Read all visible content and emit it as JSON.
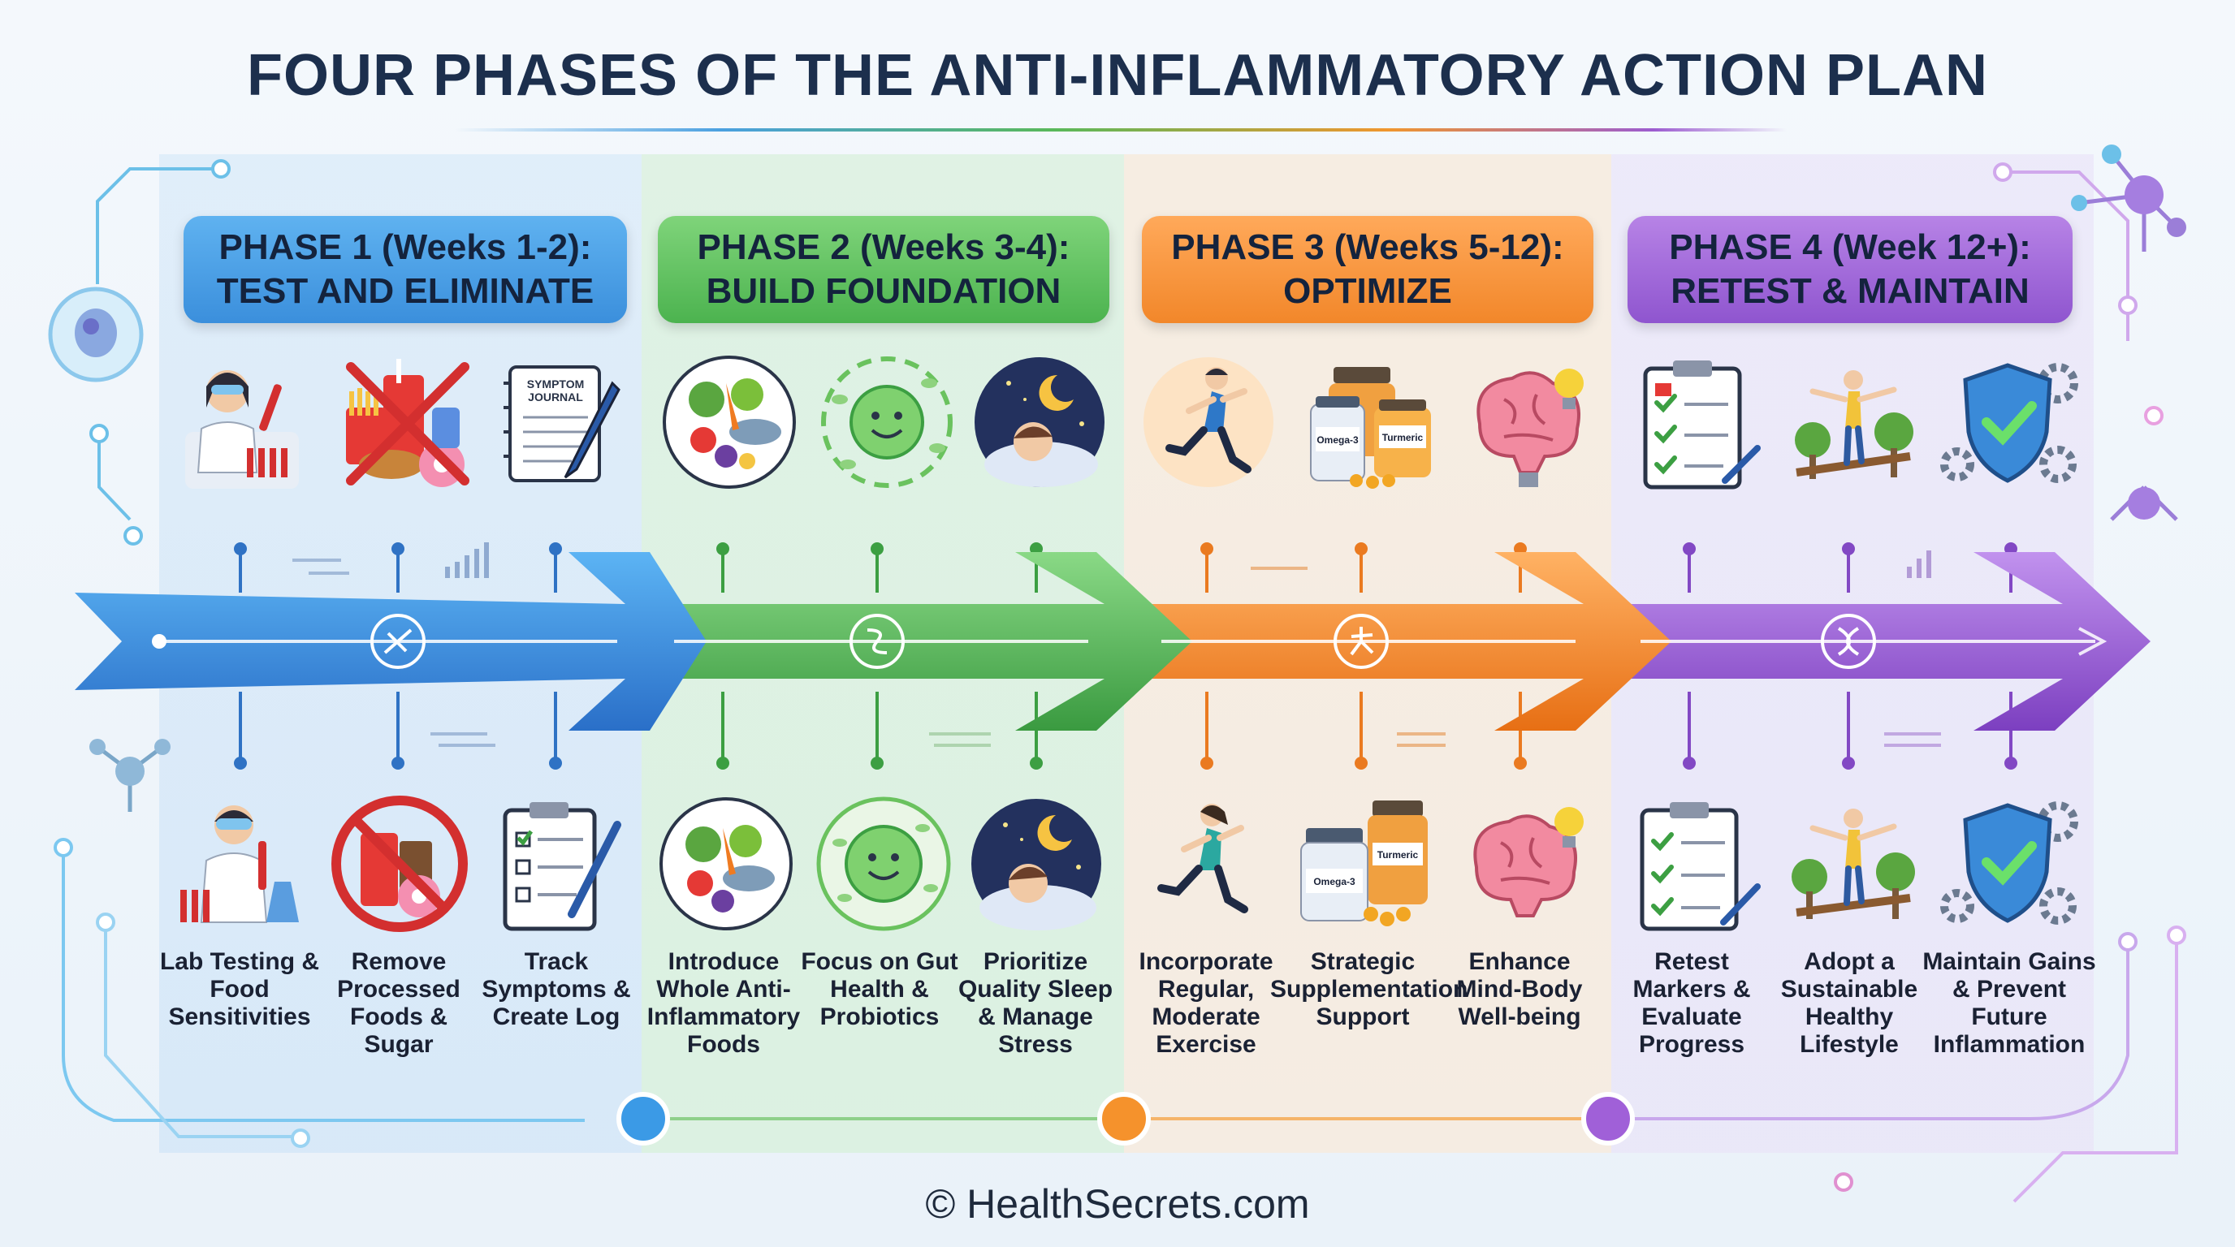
{
  "title": "FOUR PHASES OF THE ANTI-INFLAMMATORY ACTION PLAN",
  "footer": "© HealthSecrets.com",
  "colors": {
    "phase1": "#3b8fdc",
    "phase2": "#4cb34f",
    "phase3": "#f2872a",
    "phase4": "#8f55cf",
    "title": "#1c2f4d"
  },
  "phases": [
    {
      "title_line1": "PHASE 1 (Weeks 1-2):",
      "title_line2": "TEST AND ELIMINATE",
      "steps": [
        {
          "label": "Lab Testing & Food Sensitivities",
          "icon": "scientist-icon"
        },
        {
          "label": "Remove Processed Foods & Sugar",
          "icon": "no-junk-food-icon"
        },
        {
          "label": "Track Symptoms & Create Log",
          "icon": "symptom-journal-icon"
        }
      ]
    },
    {
      "title_line1": "PHASE 2 (Weeks 3-4):",
      "title_line2": "BUILD FOUNDATION",
      "steps": [
        {
          "label": "Introduce Whole Anti-Inflammatory Foods",
          "icon": "whole-foods-plate-icon"
        },
        {
          "label": "Focus on Gut Health & Probiotics",
          "icon": "gut-microbiome-icon"
        },
        {
          "label": "Prioritize Quality Sleep & Manage Stress",
          "icon": "sleep-icon"
        }
      ]
    },
    {
      "title_line1": "PHASE 3 (Weeks 5-12):",
      "title_line2": "OPTIMIZE",
      "steps": [
        {
          "label": "Incorporate Regular, Moderate Exercise",
          "icon": "runner-icon"
        },
        {
          "label": "Strategic Supplementation Support",
          "icon": "supplement-bottles-icon"
        },
        {
          "label": "Enhance Mind-Body Well-being",
          "icon": "brain-bulb-icon"
        }
      ]
    },
    {
      "title_line1": "PHASE 4 (Week 12+):",
      "title_line2": "RETEST & MAINTAIN",
      "steps": [
        {
          "label": "Retest Markers & Evaluate Progress",
          "icon": "checklist-icon"
        },
        {
          "label": "Adopt a Sustainable Healthy Lifestyle",
          "icon": "balance-icon"
        },
        {
          "label": "Maintain Gains & Prevent Future Inflammation",
          "icon": "shield-check-icon"
        }
      ]
    }
  ],
  "supplement_labels": {
    "left": "Omega-3",
    "right": "Turmeric"
  },
  "journal_text": {
    "line1": "SYMPTOM",
    "line2": "JOURNAL"
  }
}
